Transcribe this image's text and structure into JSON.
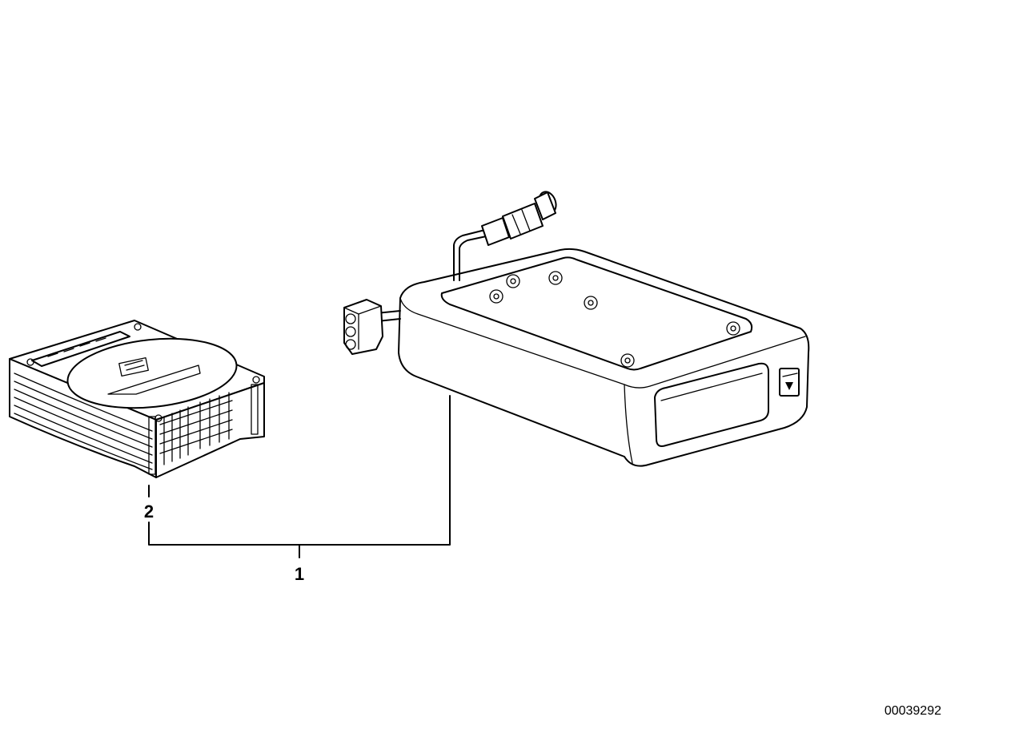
{
  "callouts": [
    {
      "id": "1",
      "label": "1"
    },
    {
      "id": "2",
      "label": "2"
    }
  ],
  "reference_number": "00039292"
}
